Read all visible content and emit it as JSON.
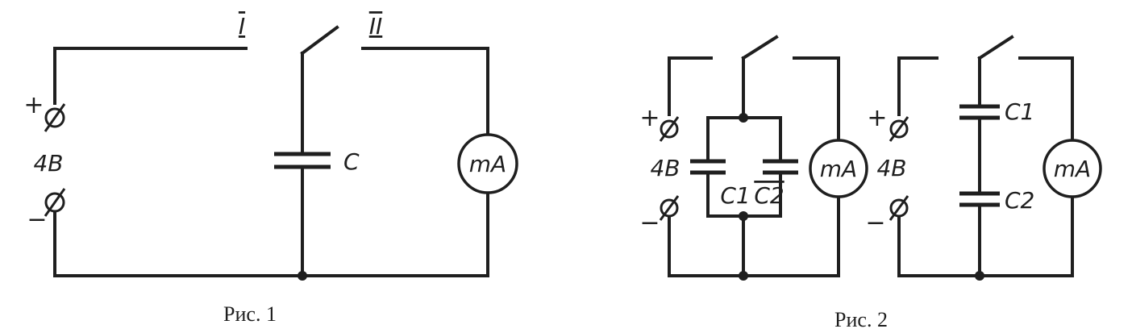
{
  "fig1": {
    "caption": "Рис. 1",
    "voltage": "4В",
    "plus": "+",
    "minus": "−",
    "capacitor": "C",
    "meter": "mA",
    "pos1": "I",
    "pos2": "II"
  },
  "fig2a": {
    "voltage": "4В",
    "plus": "+",
    "minus": "−",
    "cap1": "C1",
    "cap2": "C2",
    "meter": "mA"
  },
  "fig2b": {
    "voltage": "4В",
    "plus": "+",
    "minus": "−",
    "cap1": "C1",
    "cap2": "C2",
    "meter": "mA"
  },
  "fig2_caption": "Рис. 2"
}
